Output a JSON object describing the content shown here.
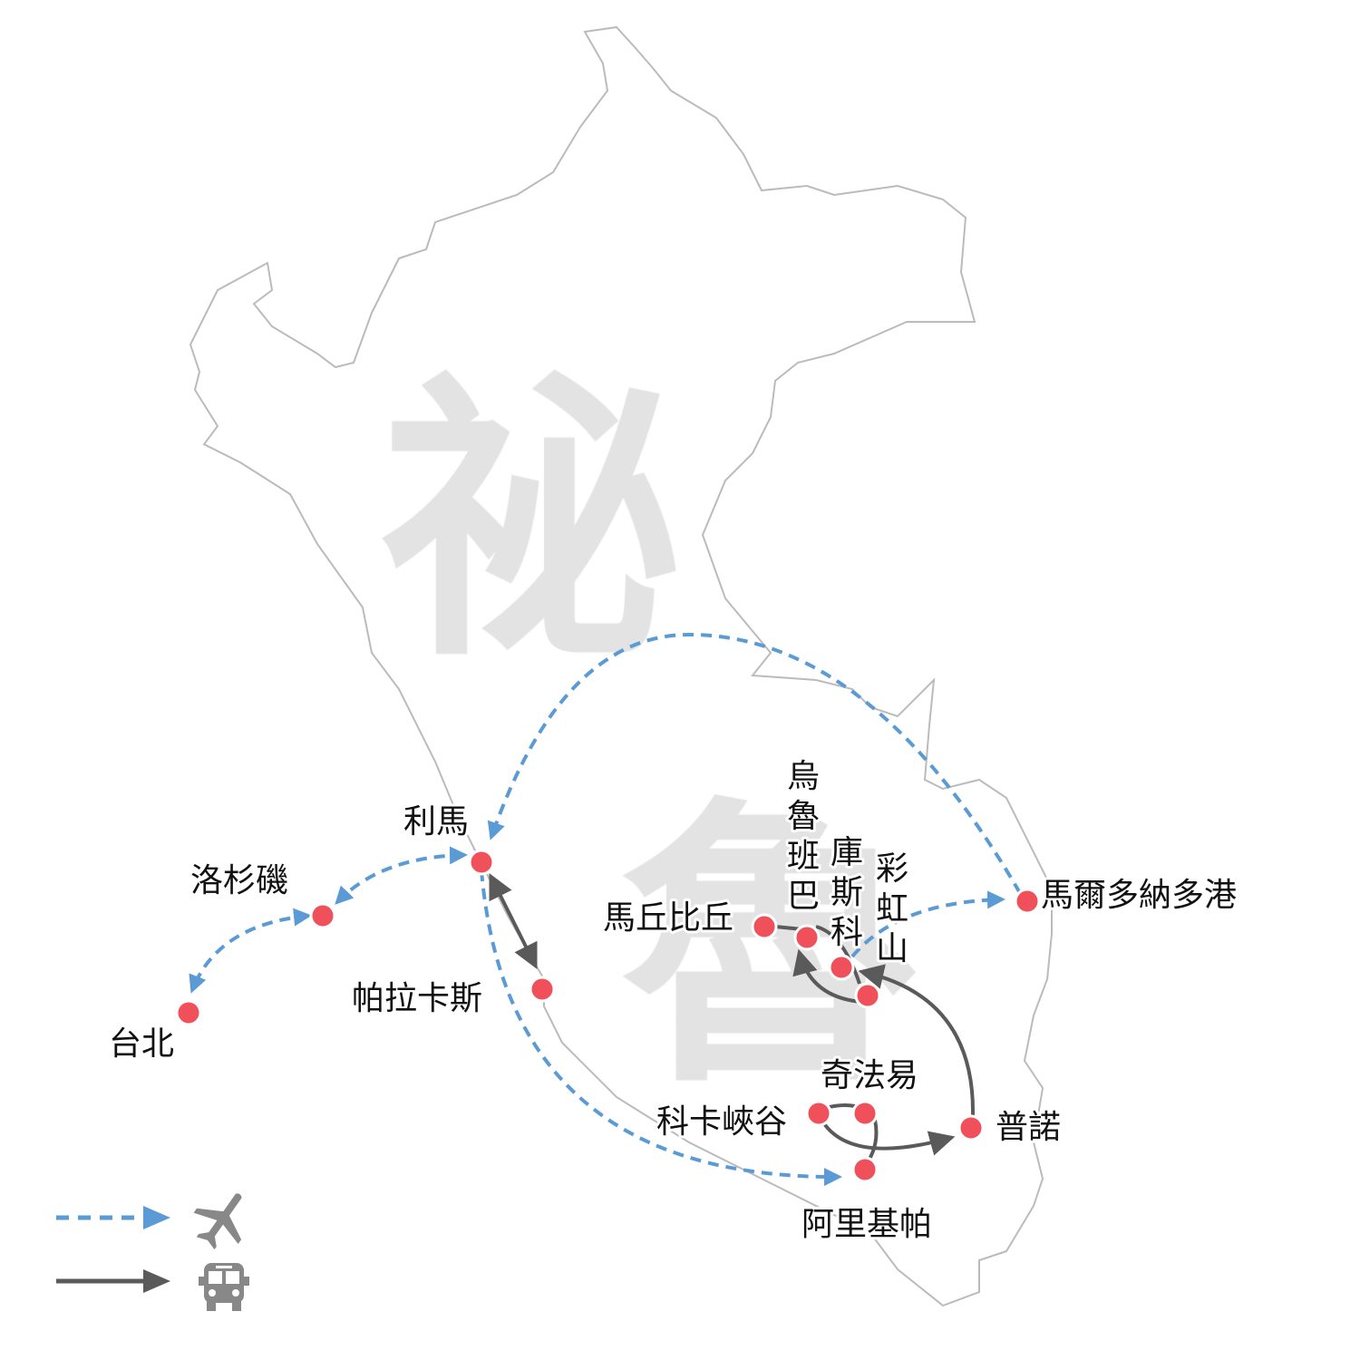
{
  "map": {
    "watermark": [
      "祕",
      "魯"
    ],
    "colors": {
      "flight": "#5b9bd5",
      "bus": "#5a5a5a",
      "city": "#f0505a",
      "outline": "#bbbbbb"
    },
    "cities": {
      "taipei": "台北",
      "los_angeles": "洛杉磯",
      "lima": "利馬",
      "paracas": "帕拉卡斯",
      "machu_picchu": "馬丘比丘",
      "urubamba": [
        "烏",
        "魯",
        "班",
        "巴"
      ],
      "cusco": [
        "庫",
        "斯",
        "科"
      ],
      "rainbow_mountain": [
        "彩",
        "虹",
        "山"
      ],
      "puerto_maldonado": "馬爾多納多港",
      "chivay": "奇法易",
      "colca_canyon": "科卡峽谷",
      "puno": "普諾",
      "arequipa": "阿里基帕"
    }
  },
  "legend": [
    {
      "line": "dashed",
      "icon": "airplane-icon",
      "mode": "flight"
    },
    {
      "line": "solid",
      "icon": "bus-icon",
      "mode": "bus"
    }
  ]
}
